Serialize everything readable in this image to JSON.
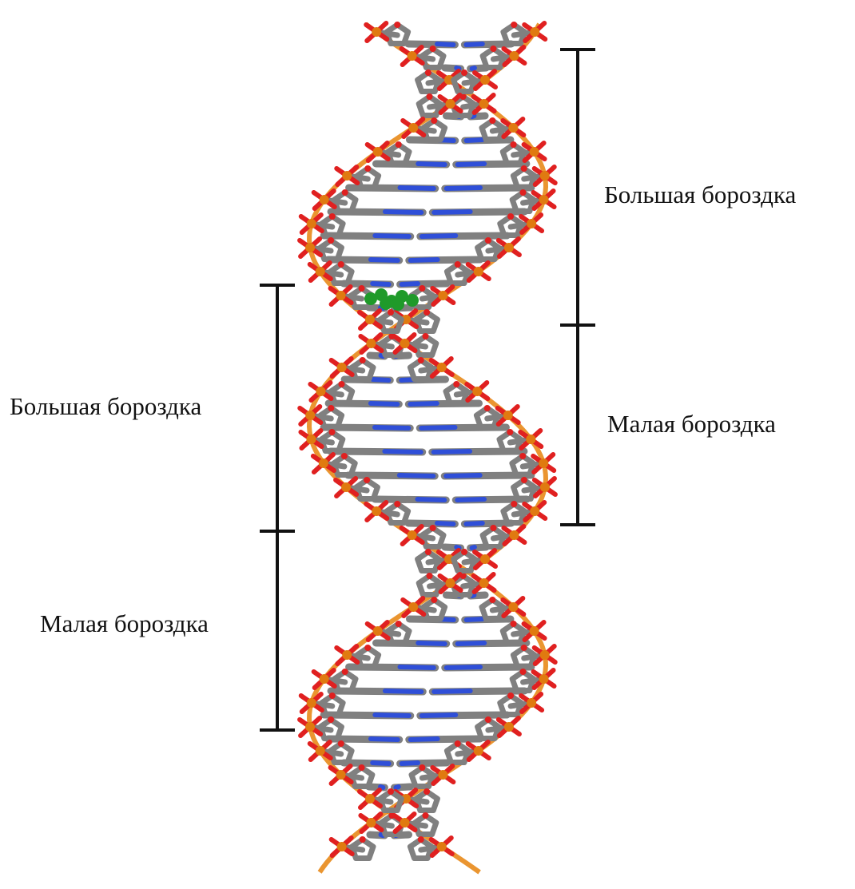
{
  "labels": {
    "right_major": "Большая бороздка",
    "right_minor": "Малая бороздка",
    "left_major": "Большая бороздка",
    "left_minor": "Малая бороздка"
  },
  "colors": {
    "background": "#ffffff",
    "backbone_ribbon": "#e8891a",
    "phosphorus": "#e07a10",
    "oxygen": "#e02020",
    "carbon": "#808080",
    "nitrogen": "#2f4fd8",
    "ligand": "#1f9a2a",
    "bracket": "#111111"
  },
  "icons": {
    "molecule": "dna-double-helix-3d-model",
    "ligand": "green-ligand-spacefill"
  }
}
